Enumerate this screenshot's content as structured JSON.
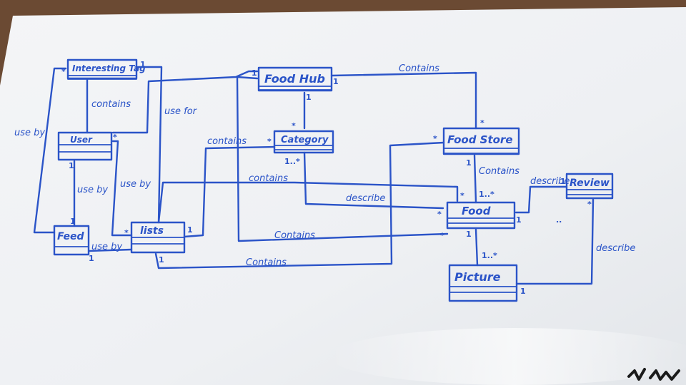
{
  "classes": {
    "interesting_tag": "Interesting Tag",
    "user": "User",
    "feed": "Feed",
    "lists": "lists",
    "food_hub": "Food Hub",
    "category": "Category",
    "food_store": "Food Store",
    "food": "Food",
    "review": "Review",
    "picture": "Picture"
  },
  "labels": {
    "contains_tag_user": "contains",
    "use_by_tag": "use by",
    "use_for": "use for",
    "use_by_user_feed": "use by",
    "use_by_user_lists": "use by",
    "use_by_feed_lists": "use by",
    "contains_lists_category": "contains",
    "contains_lists_food": "contains",
    "contains_hub_food": "Contains",
    "contains_lists_store": "Contains",
    "contains_hub_store": "Contains",
    "describe_category_food": "describe",
    "contains_store_food": "Contains",
    "describe_review": "describe",
    "describe_picture_review": "describe"
  },
  "multiplicities": {
    "tag_left": "*",
    "tag_right": "1",
    "user_right": "*",
    "user_bottom": "1",
    "feed_top": "1",
    "feed_right": "1",
    "lists_left": "*",
    "lists_right": "1",
    "lists_bottom": "1",
    "hub_left": "1",
    "hub_bottom": "1",
    "hub_right": "1",
    "category_top": "*",
    "category_left": "*",
    "category_bottom": "1..*",
    "store_top": "*",
    "store_left": "*",
    "store_bottom": "1",
    "food_top": "1..*",
    "food_left": "*",
    "food_left2": "*",
    "food_left3": "*",
    "food_bottom": "1",
    "food_right": "1",
    "picture_top": "1..*",
    "picture_right": "1",
    "review_left": "1",
    "review_bottom": "*",
    "review_dots": ".."
  }
}
